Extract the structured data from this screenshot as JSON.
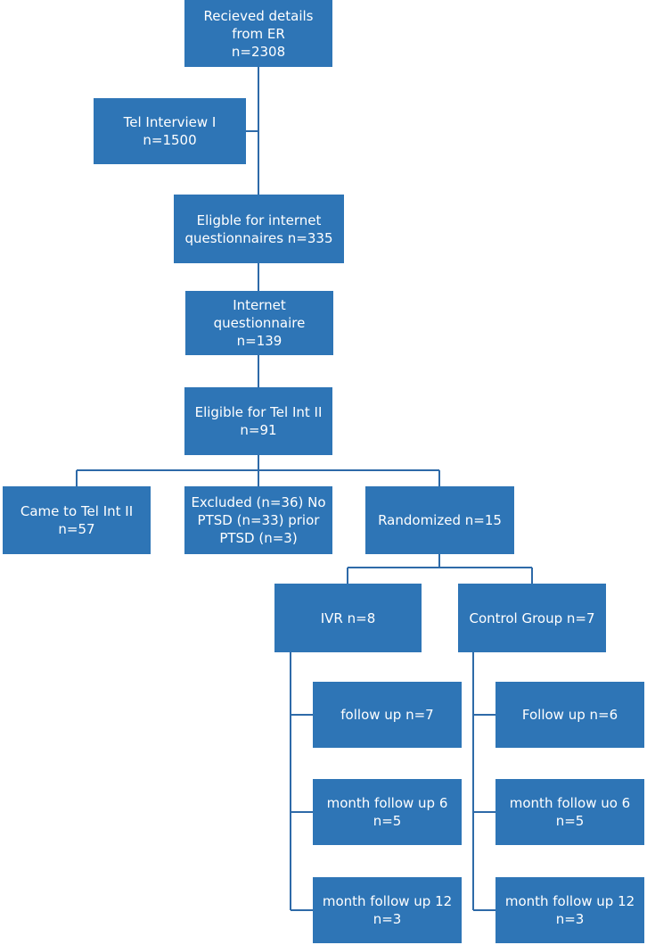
{
  "colors": {
    "box_fill": "#2e75b6",
    "box_text": "#ffffff",
    "connector": "#2e6aa8"
  },
  "boxes": {
    "received": {
      "line1": "Recieved details",
      "line2": "from ER",
      "line3": "n=2308"
    },
    "tel_interview_1": {
      "line1": "Tel Interview I",
      "line2": "n=1500"
    },
    "eligible_internet": {
      "line1": "Eligble for internet",
      "line2": "questionnaires n=335"
    },
    "internet_questionnaire": {
      "line1": "Internet",
      "line2": "questionnaire",
      "line3": "n=139"
    },
    "eligible_tel_int_2": {
      "line1": "Eligible for Tel Int II",
      "line2": "n=91"
    },
    "came_to_tel_int_2": {
      "line1": "Came to Tel Int II",
      "line2": "n=57"
    },
    "excluded": {
      "line1": "Excluded (n=36) No",
      "line2": "PTSD (n=33) prior",
      "line3": "PTSD (n=3)"
    },
    "randomized": {
      "line1": "Randomized n=15"
    },
    "ivr": {
      "line1": "IVR n=8"
    },
    "control_group": {
      "line1": "Control Group n=7"
    },
    "ivr_follow_up": {
      "line1": "follow up n=7"
    },
    "ivr_follow_up_6": {
      "line1": "month follow up 6",
      "line2": "n=5"
    },
    "ivr_follow_up_12": {
      "line1": "month follow up 12",
      "line2": "n=3"
    },
    "control_follow_up": {
      "line1": "Follow up n=6"
    },
    "control_follow_up_6": {
      "line1": "month follow uo 6",
      "line2": "n=5"
    },
    "control_follow_up_12": {
      "line1": "month follow up 12",
      "line2": "n=3"
    }
  }
}
